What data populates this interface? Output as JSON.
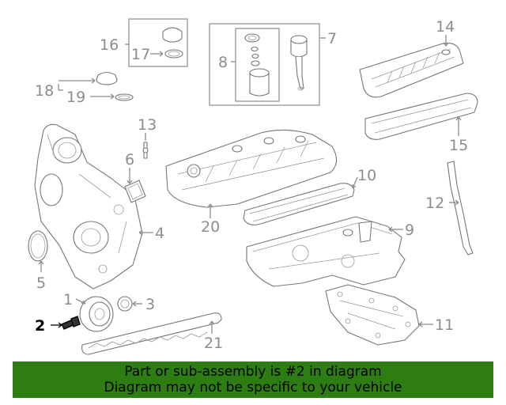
{
  "callouts": {
    "c1": "1",
    "c2": "2",
    "c3": "3",
    "c4": "4",
    "c5": "5",
    "c6": "6",
    "c7": "7",
    "c8": "8",
    "c9": "9",
    "c10": "10",
    "c11": "11",
    "c12": "12",
    "c13": "13",
    "c14": "14",
    "c15": "15",
    "c16": "16",
    "c17": "17",
    "c18": "18",
    "c19": "19",
    "c20": "20",
    "c21": "21"
  },
  "highlighted_part": "2",
  "banner": {
    "line1": "Part or sub-assembly is #2 in diagram",
    "line2": "Diagram may not be specific to your vehicle",
    "background_color": "#2e7d12"
  },
  "colors": {
    "callout_gray": "#8c8c8c",
    "highlight": "#000000"
  }
}
